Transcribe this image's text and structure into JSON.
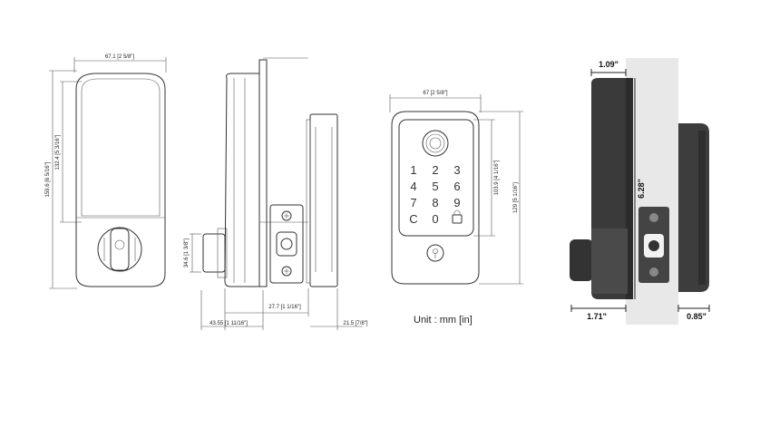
{
  "front_view": {
    "width_label": "67.1 [2 5/8\"]",
    "height_label": "159.6 [6 5/16\"]",
    "inner_height_label": "132.4 [5 3/16\"]"
  },
  "side_view": {
    "bolt_height_label": "34.6 [1 3/8\"]",
    "spindle_label": "27.7 [1 1/16\"]",
    "outer_depth_label": "43.55 [1 11/16\"]",
    "inner_depth_label": "21.5 [7/8\"]"
  },
  "keypad_view": {
    "width_label": "67 [2 5/8\"]",
    "keypad_height_label": "103.9 [4 1/16\"]",
    "height_label": "129 [5 1/16\"]",
    "keys": [
      "1",
      "2",
      "3",
      "4",
      "5",
      "6",
      "7",
      "8",
      "9",
      "C",
      "0",
      "lock"
    ]
  },
  "unit_label": "Unit : mm [in]",
  "photo_view": {
    "top_width": "1.09\"",
    "height": "6.28\"",
    "bottom_left": "1.71\"",
    "bottom_right": "0.85\""
  },
  "icons": [
    "fingerprint-icon",
    "lock-key-icon",
    "keyhole-icon",
    "screw-icon"
  ]
}
